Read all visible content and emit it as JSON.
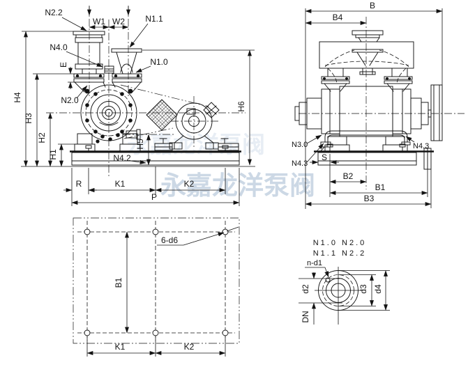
{
  "watermark": {
    "text": "永嘉龙洋泵阀",
    "color": "#ccd8e5",
    "color_faint": "#e7edf4"
  },
  "front_view": {
    "ports": {
      "n22": "N2.2",
      "n11": "N1.1",
      "n40": "N4.0",
      "n10": "N1.0",
      "n20": "N2.0",
      "n42": "N4.2"
    },
    "dims": {
      "w1": "W1",
      "w2": "W2",
      "e": "E",
      "h1": "H1",
      "h2": "H2",
      "h3": "H3",
      "h4": "H4",
      "h5": "H5",
      "h6": "H6",
      "r": "R",
      "k1": "K1",
      "k2": "K2",
      "p": "P"
    }
  },
  "side_view": {
    "ports": {
      "n30": "N3.0",
      "n43_left": "N4.3",
      "n43_right": "N4.3"
    },
    "dims": {
      "b": "B",
      "b4": "B4",
      "s": "S",
      "b2": "B2",
      "b1": "B1",
      "b3": "B3"
    }
  },
  "plan_view": {
    "holes_label": "6-d6",
    "dims": {
      "b1": "B1",
      "k1": "K1",
      "k2": "K2"
    }
  },
  "flange_view": {
    "title_line1": "N1.0 N2.0",
    "title_line2": "N1.1 N2.2",
    "bolt_label": "n-d1",
    "dims": {
      "d2": "d2",
      "d3": "d3",
      "d4": "d4",
      "dn": "DN"
    }
  }
}
